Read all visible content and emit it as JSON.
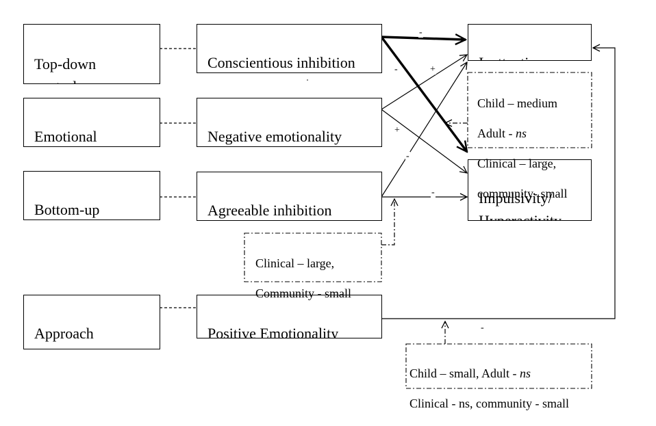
{
  "constructs": {
    "top_down": "Top-down\ncontrol processes",
    "emotional_reactivity": "Emotional\nReactivity",
    "bottom_up": "Bottom-up\ncontrol processes",
    "approach": "Approach\ntendencies"
  },
  "traits": {
    "conscientious": "Conscientious inhibition",
    "negative": "Negative emotionality",
    "agreeable": "Agreeable inhibition",
    "positive": "Positive Emotionality"
  },
  "outcomes": {
    "inattention": "Inattention",
    "impulsivity": "Impulsivity/\nHyperactivity"
  },
  "moderators": {
    "box1": {
      "line1": "Child – medium",
      "line2_prefix": "Adult - ",
      "line2_italic": "ns",
      "line3": "Clinical – large,",
      "line4": "community- small"
    },
    "box2": {
      "line1": "Clinical – large,",
      "line2": "Community - small"
    },
    "box3": {
      "line1_prefix": "Child – small, Adult - ",
      "line1_italic": "ns",
      "line2": "Clinical - ns, community - small"
    }
  },
  "path_signs": {
    "ci_to_inattention": "-",
    "ci_to_impulsivity": "-",
    "ne_to_inattention": "+",
    "ne_to_impulsivity": "+",
    "ai_to_inattention": "-",
    "ai_to_impulsivity": "-",
    "pe_to_inattention": "-"
  }
}
